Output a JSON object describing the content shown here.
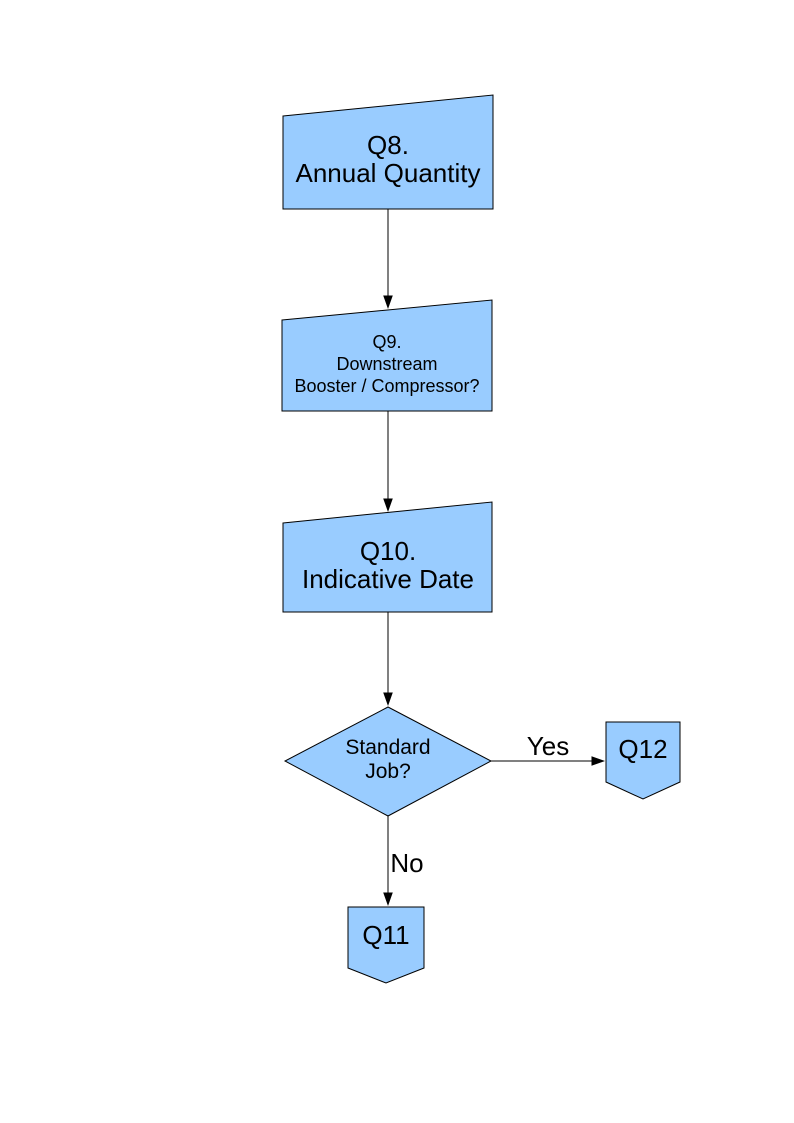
{
  "colors": {
    "background": "#ffffff",
    "shape_fill": "#99ccff",
    "shape_border": "#000000",
    "connector": "#000000",
    "text": "#000000"
  },
  "diagram_type": "flowchart",
  "nodes": {
    "q8": {
      "shape": "manual-input",
      "line1": "Q8.",
      "line2": "Annual Quantity"
    },
    "q9": {
      "shape": "manual-input",
      "line1": "Q9.",
      "line2": "Downstream",
      "line3": "Booster / Compressor?"
    },
    "q10": {
      "shape": "manual-input",
      "line1": "Q10.",
      "line2": "Indicative Date"
    },
    "decision": {
      "shape": "decision-diamond",
      "line1": "Standard",
      "line2": "Job?"
    },
    "q12": {
      "shape": "off-page-connector",
      "label": "Q12"
    },
    "q11": {
      "shape": "off-page-connector",
      "label": "Q11"
    }
  },
  "edges": [
    {
      "from": "q8",
      "to": "q9",
      "label": ""
    },
    {
      "from": "q9",
      "to": "q10",
      "label": ""
    },
    {
      "from": "q10",
      "to": "decision",
      "label": ""
    },
    {
      "from": "decision",
      "to": "q12",
      "label": "Yes"
    },
    {
      "from": "decision",
      "to": "q11",
      "label": "No"
    }
  ]
}
